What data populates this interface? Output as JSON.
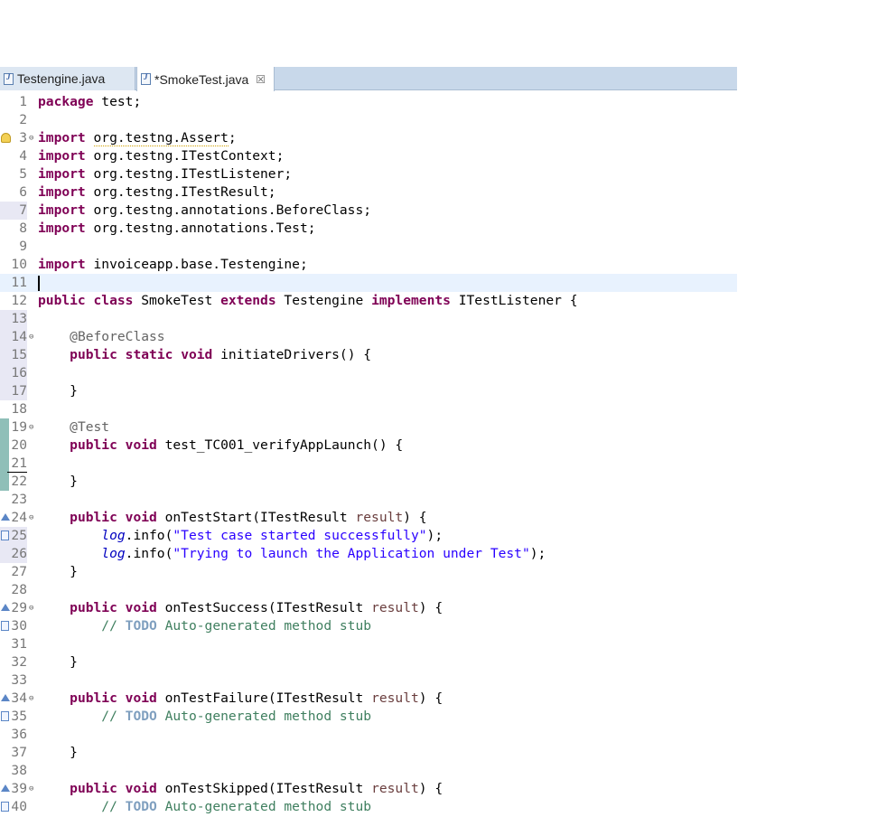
{
  "tabs": [
    {
      "label": "Testengine.java",
      "active": false
    },
    {
      "label": "*SmokeTest.java",
      "active": true
    }
  ],
  "tab_close_glyph": "☒",
  "editor": {
    "lines": [
      {
        "n": "1",
        "html": "<span class='kw'>package</span> test;"
      },
      {
        "n": "2",
        "html": ""
      },
      {
        "n": "3",
        "html": "<span class='kw'>import</span> <span class='squig'>org.testng.Assert</span>;",
        "fold": true,
        "marker": "warn"
      },
      {
        "n": "4",
        "html": "<span class='kw'>import</span> org.testng.ITestContext;"
      },
      {
        "n": "5",
        "html": "<span class='kw'>import</span> org.testng.ITestListener;"
      },
      {
        "n": "6",
        "html": "<span class='kw'>import</span> org.testng.ITestResult;"
      },
      {
        "n": "7",
        "html": "<span class='kw'>import</span> org.testng.annotations.BeforeClass;",
        "lnhl": true
      },
      {
        "n": "8",
        "html": "<span class='kw'>import</span> org.testng.annotations.Test;"
      },
      {
        "n": "9",
        "html": ""
      },
      {
        "n": "10",
        "html": "<span class='kw'>import</span> invoiceapp.base.Testengine;"
      },
      {
        "n": "11",
        "html": "",
        "current": true
      },
      {
        "n": "12",
        "html": "<span class='kw'>public</span> <span class='kw'>class</span> SmokeTest <span class='kw'>extends</span> Testengine <span class='kw'>implements</span> ITestListener {"
      },
      {
        "n": "13",
        "html": "",
        "lnhl": true
      },
      {
        "n": "14",
        "html": "    <span class='ann'>@BeforeClass</span>",
        "fold": true,
        "lnhl": true
      },
      {
        "n": "15",
        "html": "    <span class='kw'>public</span> <span class='kw'>static</span> <span class='kw'>void</span> initiateDrivers() {",
        "lnhl": true
      },
      {
        "n": "16",
        "html": "",
        "lnhl": true
      },
      {
        "n": "17",
        "html": "    }",
        "lnhl": true
      },
      {
        "n": "18",
        "html": ""
      },
      {
        "n": "19",
        "html": "    <span class='ann'>@Test</span>",
        "fold": true,
        "marker": "diff"
      },
      {
        "n": "20",
        "html": "    <span class='kw'>public</span> <span class='kw'>void</span> test_TC001_verifyAppLaunch() {",
        "marker": "diff"
      },
      {
        "n": "21",
        "html": "",
        "marker": "diff",
        "sep": true
      },
      {
        "n": "22",
        "html": "    }",
        "marker": "diff"
      },
      {
        "n": "23",
        "html": ""
      },
      {
        "n": "24",
        "html": "    <span class='kw'>public</span> <span class='kw'>void</span> onTestStart(ITestResult <span class='param'>result</span>) {",
        "fold": true,
        "marker": "ovr"
      },
      {
        "n": "25",
        "html": "        <span class='log'>log</span>.info(<span class='str'>\"Test case started successfully\"</span>);",
        "marker": "task",
        "lnhl": true
      },
      {
        "n": "26",
        "html": "        <span class='log'>log</span>.info(<span class='str'>\"Trying to launch the Application under Test\"</span>);",
        "lnhl": true
      },
      {
        "n": "27",
        "html": "    }"
      },
      {
        "n": "28",
        "html": ""
      },
      {
        "n": "29",
        "html": "    <span class='kw'>public</span> <span class='kw'>void</span> onTestSuccess(ITestResult <span class='param'>result</span>) {",
        "fold": true,
        "marker": "ovr"
      },
      {
        "n": "30",
        "html": "        <span class='cmt'>// </span><span class='todo'>TODO</span><span class='cmt'> Auto-generated method stub</span>",
        "marker": "task"
      },
      {
        "n": "31",
        "html": ""
      },
      {
        "n": "32",
        "html": "    }"
      },
      {
        "n": "33",
        "html": ""
      },
      {
        "n": "34",
        "html": "    <span class='kw'>public</span> <span class='kw'>void</span> onTestFailure(ITestResult <span class='param'>result</span>) {",
        "fold": true,
        "marker": "ovr"
      },
      {
        "n": "35",
        "html": "        <span class='cmt'>// </span><span class='todo'>TODO</span><span class='cmt'> Auto-generated method stub</span>",
        "marker": "task"
      },
      {
        "n": "36",
        "html": ""
      },
      {
        "n": "37",
        "html": "    }"
      },
      {
        "n": "38",
        "html": ""
      },
      {
        "n": "39",
        "html": "    <span class='kw'>public</span> <span class='kw'>void</span> onTestSkipped(ITestResult <span class='param'>result</span>) {",
        "fold": true,
        "marker": "ovr"
      },
      {
        "n": "40",
        "html": "        <span class='cmt'>// </span><span class='todo'>TODO</span><span class='cmt'> Auto-generated method stub</span>",
        "marker": "task"
      }
    ]
  }
}
